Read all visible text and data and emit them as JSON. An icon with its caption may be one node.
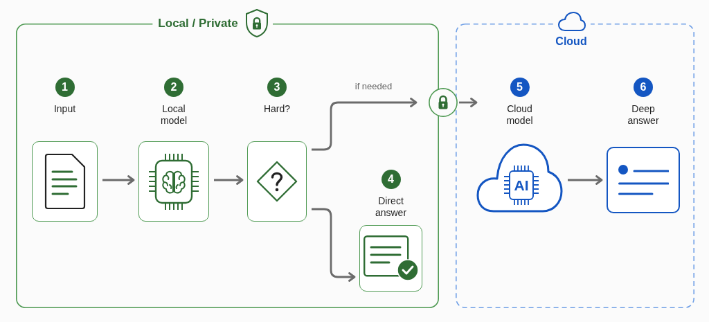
{
  "diagram": {
    "nodes": [
      {
        "text": [
          "Local / Private"
        ]
      },
      {
        "text": [
          "1",
          "Input"
        ],
        "in": 0
      },
      {
        "text": [
          "2",
          "Local model"
        ],
        "in": 0
      },
      {
        "text": [
          "3",
          "Hard?"
        ],
        "in": 0
      },
      {
        "text": [
          "4",
          "Direct answer"
        ],
        "in": 0
      },
      {
        "text": [],
        "shape": "circle"
      },
      {
        "text": [
          "Cloud"
        ]
      },
      {
        "text": [
          "5",
          "Cloud model",
          "AI"
        ],
        "in": 6
      },
      {
        "text": [
          "6",
          "Deep answer"
        ],
        "in": 6
      }
    ],
    "edges": [
      {
        "from": 1,
        "to": 2,
        "arrow": "to"
      },
      {
        "from": 2,
        "to": 3,
        "arrow": "to"
      },
      {
        "from": 3,
        "to": 5,
        "arrow": "to",
        "label": "if needed"
      },
      {
        "from": 3,
        "to": 4,
        "arrow": "to"
      },
      {
        "from": 5,
        "to": 7,
        "arrow": "to"
      },
      {
        "from": 7,
        "to": 8,
        "arrow": "to"
      }
    ]
  }
}
